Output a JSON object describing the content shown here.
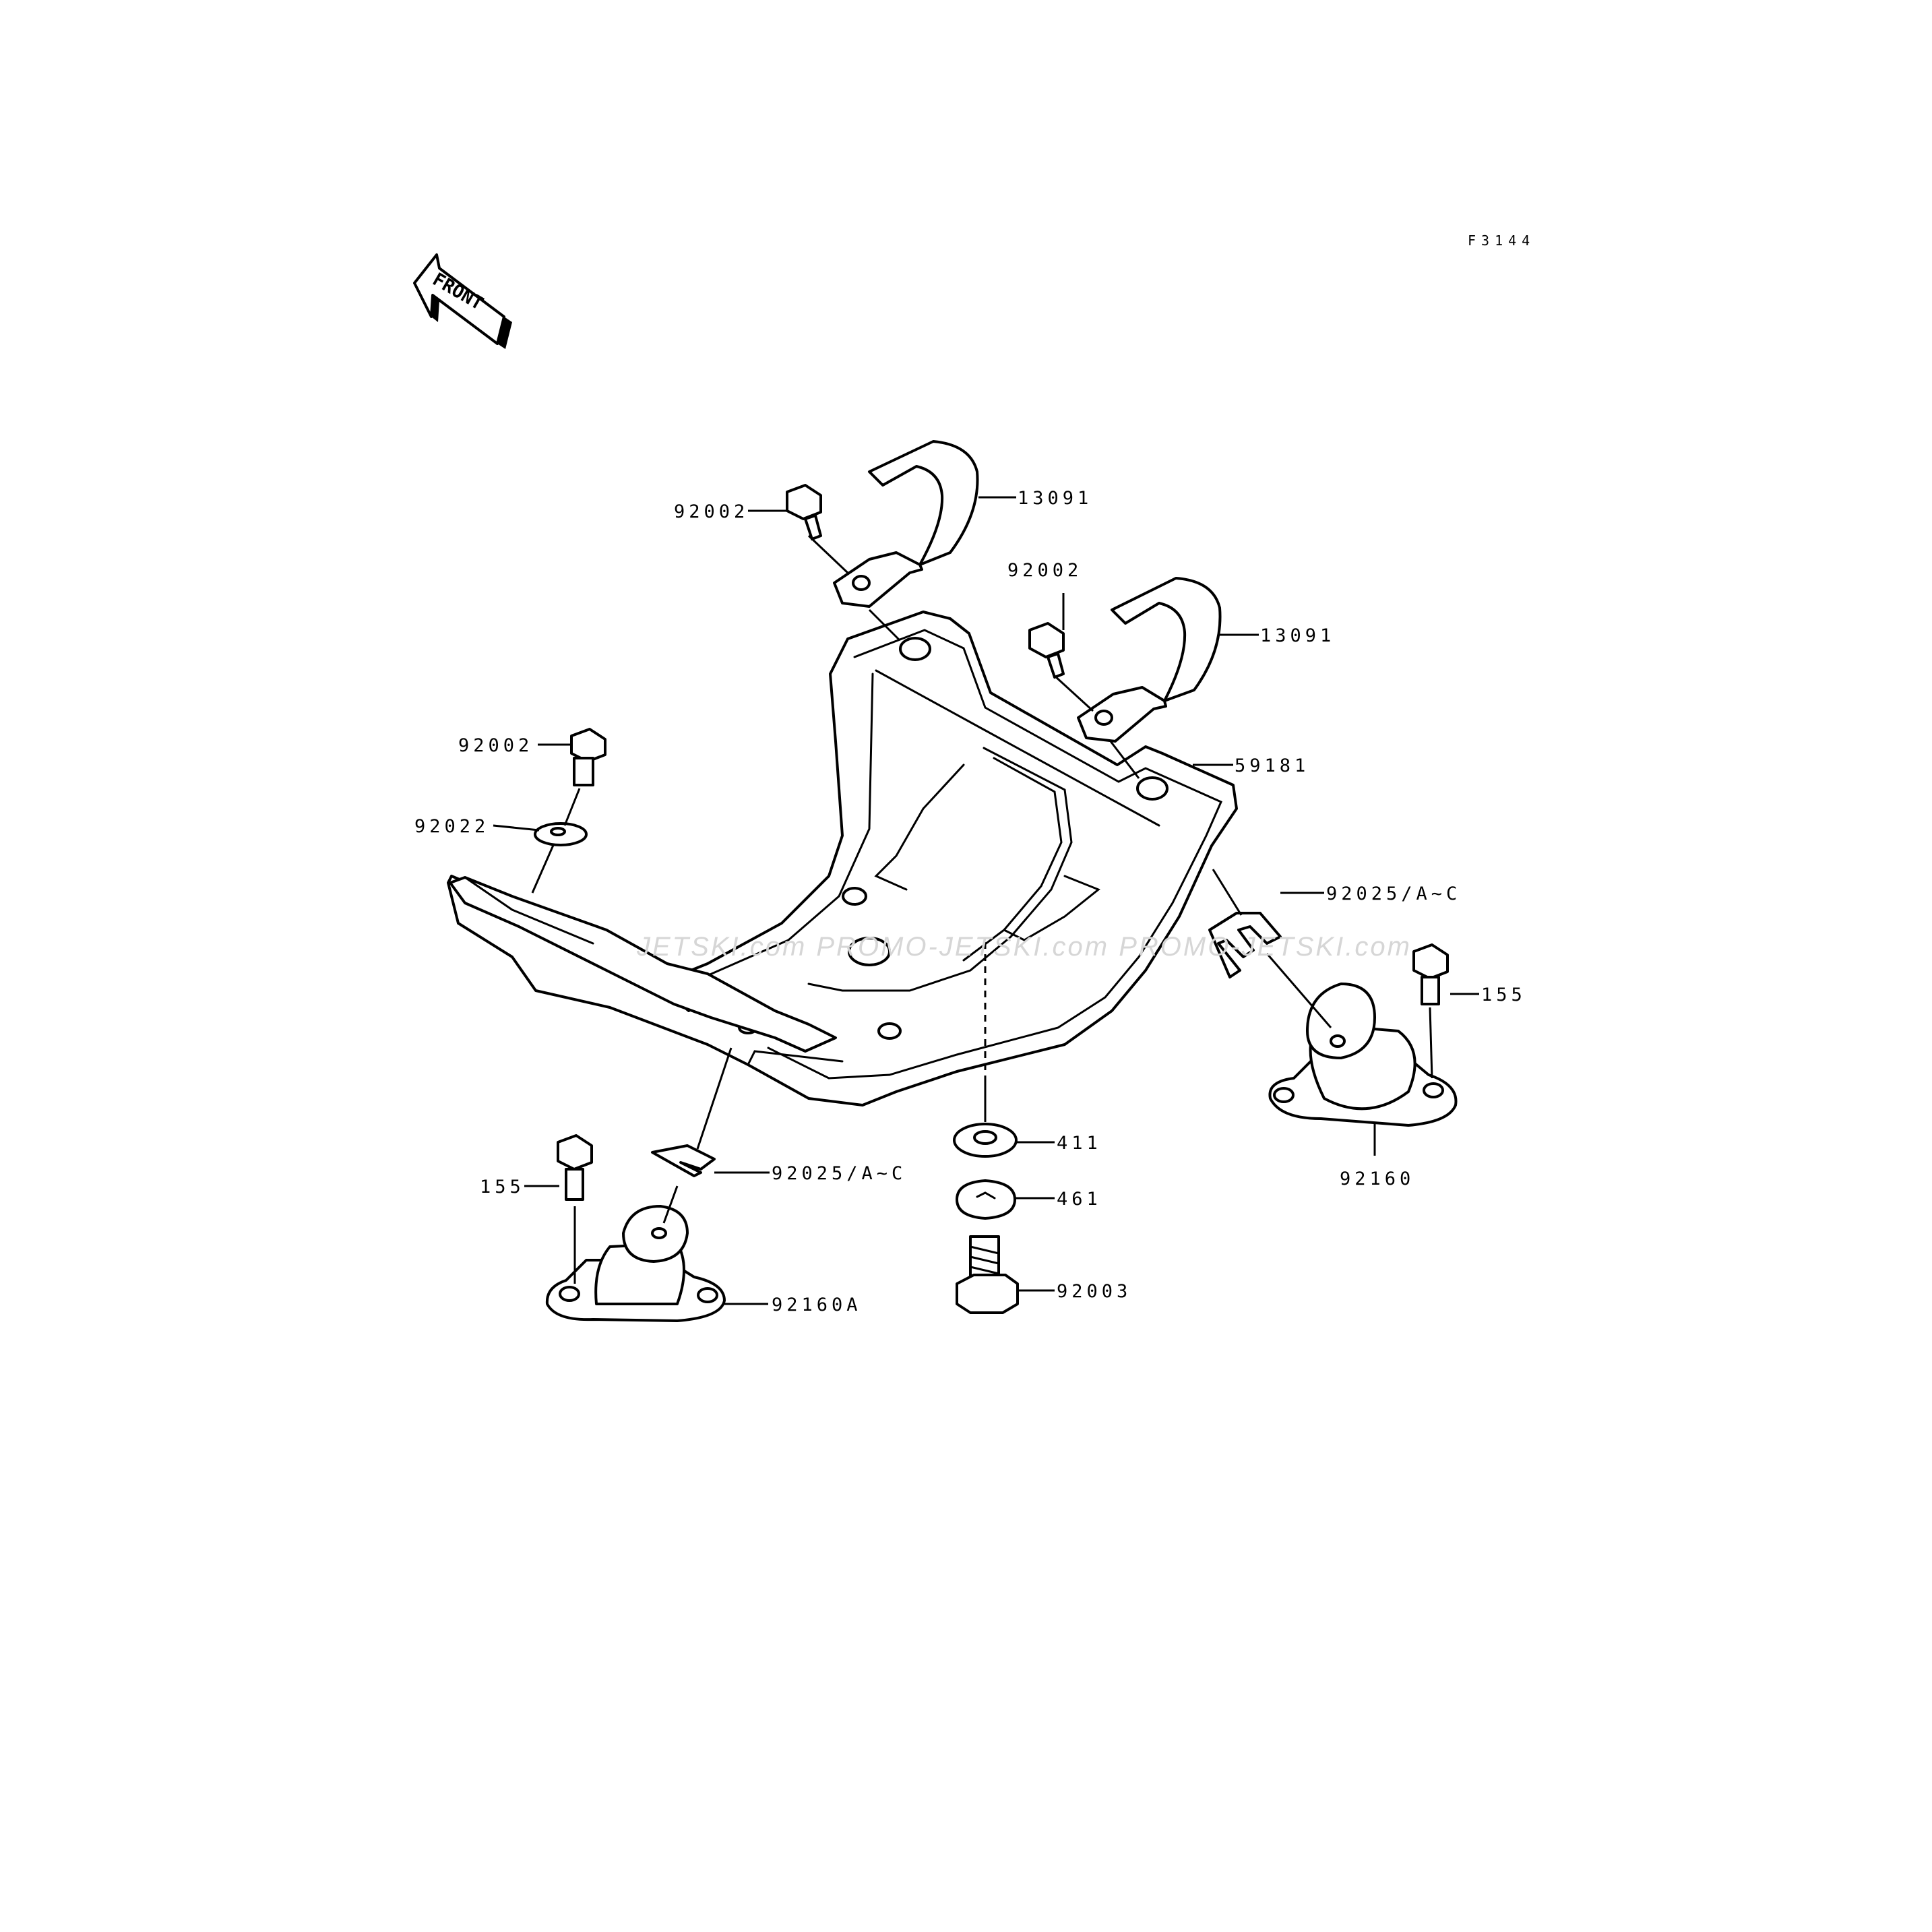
{
  "diagram_code": "F3144",
  "front_arrow_label": "FRONT",
  "watermark": "JETSKI.com   PROMO-JETSKI.com   PROMO-JETSKI.com",
  "callouts": [
    {
      "id": "c-92002-top",
      "text": "92002"
    },
    {
      "id": "c-13091-top",
      "text": "13091"
    },
    {
      "id": "c-92002-mid",
      "text": "92002"
    },
    {
      "id": "c-13091-mid",
      "text": "13091"
    },
    {
      "id": "c-92002-left",
      "text": "92002"
    },
    {
      "id": "c-92022",
      "text": "92022"
    },
    {
      "id": "c-59181",
      "text": "59181"
    },
    {
      "id": "c-92025-right",
      "text": "92025/A~C"
    },
    {
      "id": "c-155-right",
      "text": "155"
    },
    {
      "id": "c-92160",
      "text": "92160"
    },
    {
      "id": "c-411",
      "text": "411"
    },
    {
      "id": "c-461",
      "text": "461"
    },
    {
      "id": "c-92003",
      "text": "92003"
    },
    {
      "id": "c-92025-left",
      "text": "92025/A~C"
    },
    {
      "id": "c-155-left",
      "text": "155"
    },
    {
      "id": "c-92160A",
      "text": "92160A"
    }
  ]
}
